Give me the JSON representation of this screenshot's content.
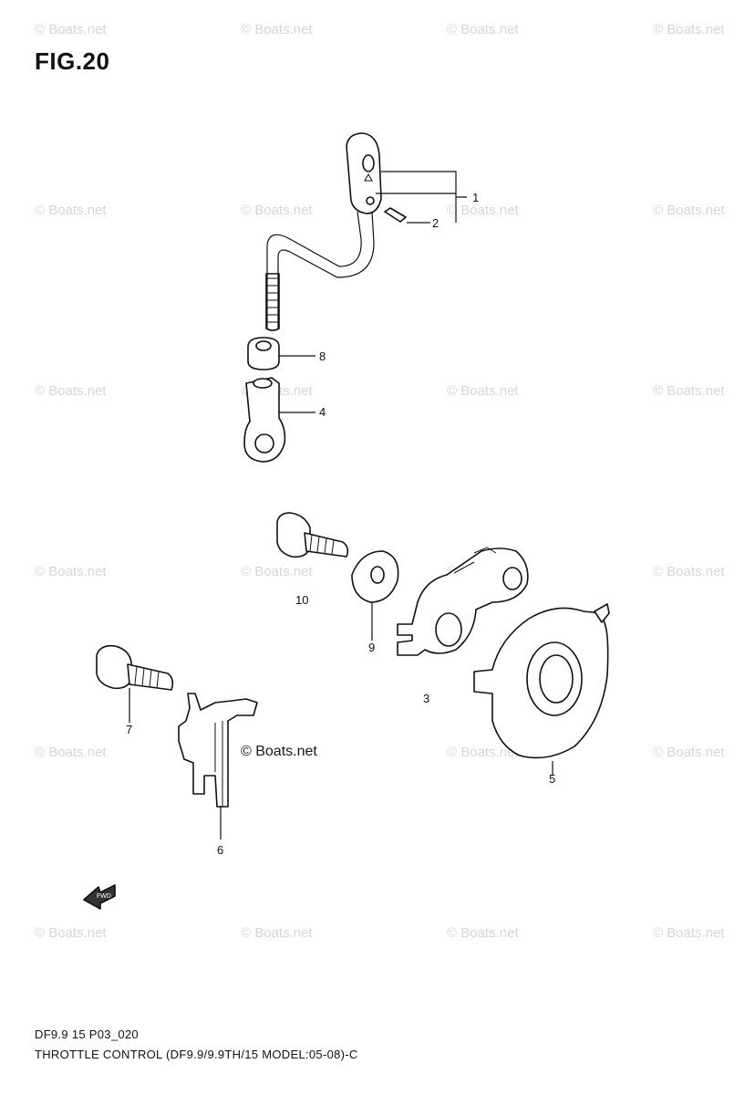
{
  "figure": {
    "title": "FIG.20",
    "diagram_code": "DF9.9 15 P03_020",
    "caption": "THROTTLE CONTROL (DF9.9/9.9TH/15 MODEL:05-08)-C"
  },
  "watermark": {
    "text": "© Boats.net",
    "center_text": "© Boats.net"
  },
  "callouts": {
    "c1": "1",
    "c2": "2",
    "c3": "3",
    "c4": "4",
    "c5": "5",
    "c6": "6",
    "c7": "7",
    "c8": "8",
    "c9": "9",
    "c10": "10"
  },
  "fwd_arrow": {
    "label": "FWD",
    "icon": "fwd-arrow-icon"
  }
}
